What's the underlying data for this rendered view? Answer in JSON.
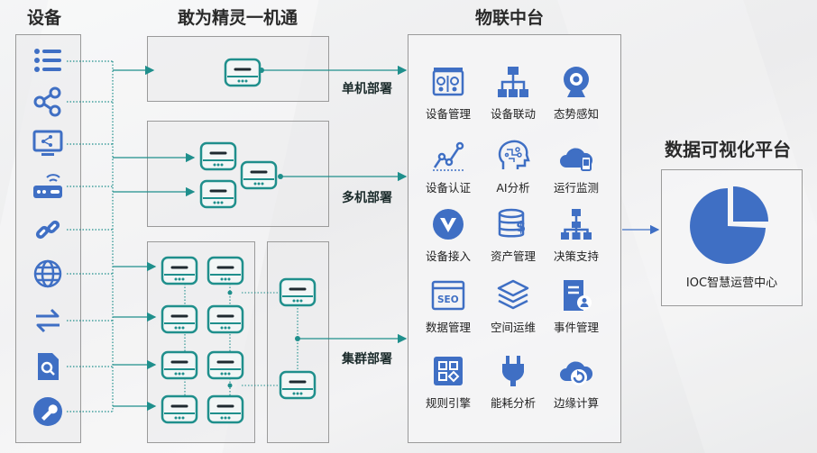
{
  "headings": {
    "devices": "设备",
    "edge": "敢为精灵一机通",
    "iot": "物联中台",
    "viz": "数据可视化平台"
  },
  "modes": {
    "single": "单机部署",
    "multi": "多机部署",
    "cluster": "集群部署"
  },
  "device_icons": [
    "list-icon",
    "share-icon",
    "monitor-share-icon",
    "router-icon",
    "link-icon",
    "globe-icon",
    "exchange-arrows-icon",
    "search-document-icon",
    "wrench-icon"
  ],
  "features": [
    {
      "label": "设备管理",
      "icon": "device-manage-icon"
    },
    {
      "label": "设备联动",
      "icon": "org-chart-icon"
    },
    {
      "label": "态势感知",
      "icon": "webcam-icon"
    },
    {
      "label": "设备认证",
      "icon": "line-chart-icon"
    },
    {
      "label": "AI分析",
      "icon": "ai-head-icon"
    },
    {
      "label": "运行监测",
      "icon": "cloud-phone-icon"
    },
    {
      "label": "设备接入",
      "icon": "v-circle-icon"
    },
    {
      "label": "资产管理",
      "icon": "coin-stack-icon"
    },
    {
      "label": "决策支持",
      "icon": "hierarchy-icon"
    },
    {
      "label": "数据管理",
      "icon": "seo-window-icon"
    },
    {
      "label": "空间运维",
      "icon": "layers-icon"
    },
    {
      "label": "事件管理",
      "icon": "doc-user-icon"
    },
    {
      "label": "规则引擎",
      "icon": "app-grid-icon"
    },
    {
      "label": "能耗分析",
      "icon": "plug-icon"
    },
    {
      "label": "边缘计算",
      "icon": "cloud-refresh-icon"
    }
  ],
  "ioc": {
    "label": "IOC智慧运营中心",
    "icon": "pie-chart-icon"
  },
  "colors": {
    "teal": "#1f8f8c",
    "blue": "#3f6fc4",
    "dark": "#1e2a30"
  }
}
